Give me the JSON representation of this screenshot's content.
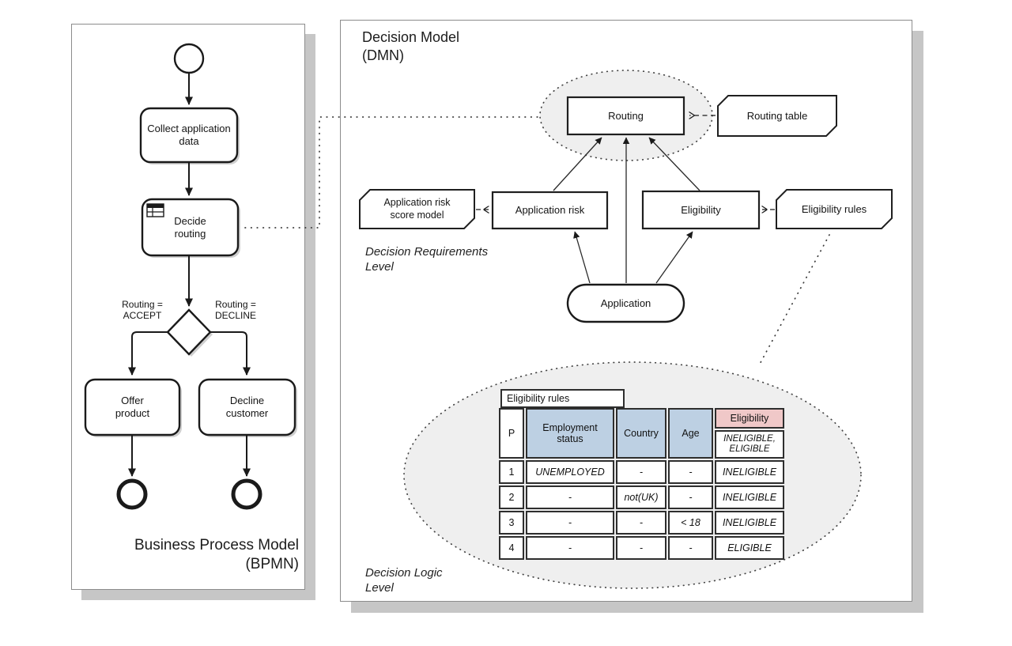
{
  "bpmn": {
    "caption": [
      "Business Process Model",
      "(BPMN)"
    ],
    "tasks": {
      "collect": "Collect application data",
      "decide": "Decide routing",
      "offer": "Offer product",
      "decline": "Decline customer"
    },
    "gateway": {
      "accept": [
        "Routing =",
        "ACCEPT"
      ],
      "decline": [
        "Routing =",
        "DECLINE"
      ]
    }
  },
  "dmn": {
    "title": [
      "Decision Model",
      "(DMN)"
    ],
    "decisions": {
      "routing": "Routing",
      "application_risk": "Application risk",
      "eligibility": "Eligibility"
    },
    "knowledge_models": {
      "routing_table": "Routing table",
      "application_risk_score_model": "Application risk score model",
      "eligibility_rules": "Eligibility rules"
    },
    "input_data": {
      "application": "Application"
    },
    "levels": {
      "requirements": "Decision Requirements Level",
      "logic": "Decision Logic Level"
    }
  },
  "decision_table": {
    "title": "Eligibility rules",
    "hit_policy": "P",
    "input_columns": [
      "Employment status",
      "Country",
      "Age"
    ],
    "output_column": "Eligibility",
    "output_values": "INELIGIBLE, ELIGIBLE",
    "rules": [
      {
        "num": "1",
        "employment_status": "UNEMPLOYED",
        "country": "-",
        "age": "-",
        "eligibility": "INELIGIBLE"
      },
      {
        "num": "2",
        "employment_status": "-",
        "country": "not(UK)",
        "age": "-",
        "eligibility": "INELIGIBLE"
      },
      {
        "num": "3",
        "employment_status": "-",
        "country": "-",
        "age": "< 18",
        "eligibility": "INELIGIBLE"
      },
      {
        "num": "4",
        "employment_status": "-",
        "country": "-",
        "age": "-",
        "eligibility": "ELIGIBLE"
      }
    ]
  },
  "colors": {
    "input_header_blue": "#bdd0e3",
    "output_header_pink": "#f0c8c8",
    "ellipse_fill": "#efefef",
    "panel_shadow": "#c6c6c6",
    "line_color": "#1a1a1a"
  }
}
